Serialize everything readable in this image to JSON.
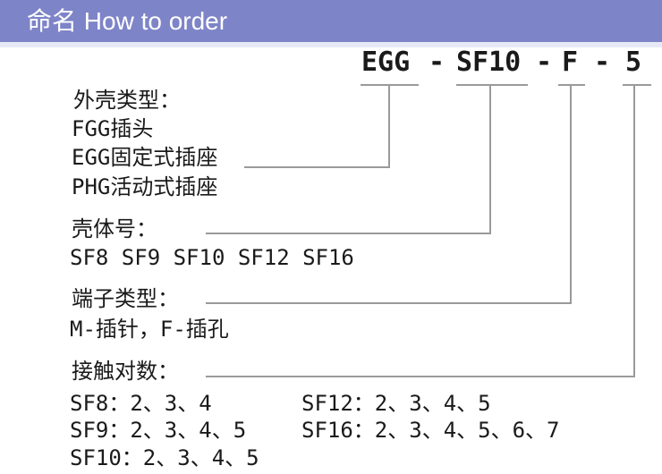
{
  "header": {
    "title": "命名 How to order",
    "bg_color": "#7e84c8",
    "text_color": "#ffffff"
  },
  "order_code": {
    "full": "EGG - SF10 - F - 5",
    "segments": [
      "EGG",
      "-",
      "SF10",
      "-",
      "F",
      "-",
      "5"
    ]
  },
  "sections": [
    {
      "label": "外壳类型：",
      "items": [
        "FGG插头",
        "EGG固定式插座",
        "PHG活动式插座"
      ],
      "maps_to_segment": "EGG"
    },
    {
      "label": "壳体号：",
      "items": [
        "SF8 SF9 SF10 SF12 SF16"
      ],
      "maps_to_segment": "SF10"
    },
    {
      "label": "端子类型：",
      "items": [
        "M-插针，F-插孔"
      ],
      "maps_to_segment": "F"
    },
    {
      "label": "接触对数：",
      "items_col1": [
        "SF8：2、3、4",
        "SF9：2、3、4、5",
        "SF10：2、3、4、5"
      ],
      "items_col2": [
        "SF12：2、3、4、5",
        "SF16：2、3、4、5、6、7"
      ],
      "maps_to_segment": "5"
    }
  ],
  "colors": {
    "page_bg": "#ffffff",
    "line_color": "#9a9a9a",
    "text_color": "#1a1a1a",
    "header_strip": "#e7eaf6"
  }
}
